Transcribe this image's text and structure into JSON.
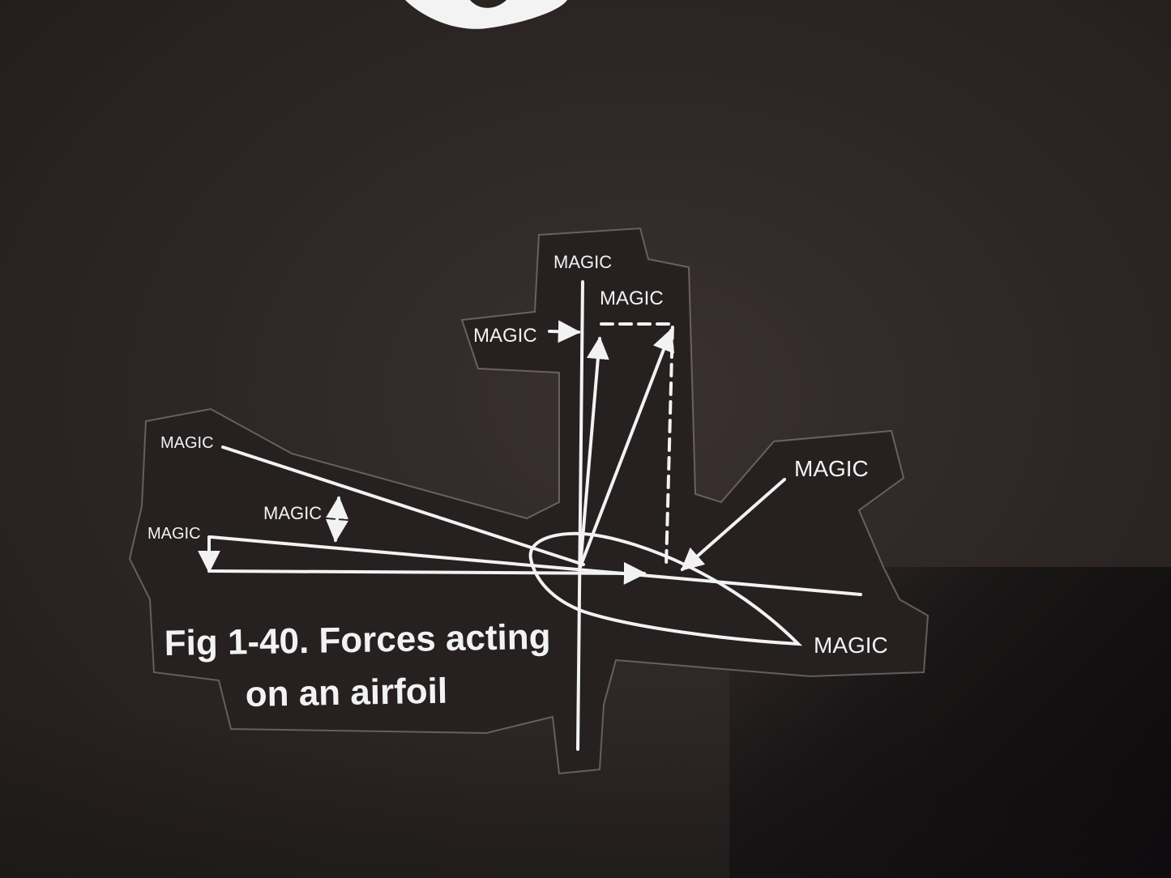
{
  "sticker": {
    "labels": {
      "top_vertical": "MAGIC",
      "top_resultant": "MAGIC",
      "left_arrow": "MAGIC",
      "far_left_upper": "MAGIC",
      "angle": "MAGIC",
      "far_left_lower": "MAGIC",
      "right_pointer": "MAGIC",
      "trailing_edge": "MAGIC"
    },
    "caption_line1": "Fig 1-40. Forces acting",
    "caption_line2": "on an airfoil"
  },
  "colors": {
    "background": "#2a2322",
    "sticker": "#262020",
    "ink": "#f2f2f2"
  }
}
